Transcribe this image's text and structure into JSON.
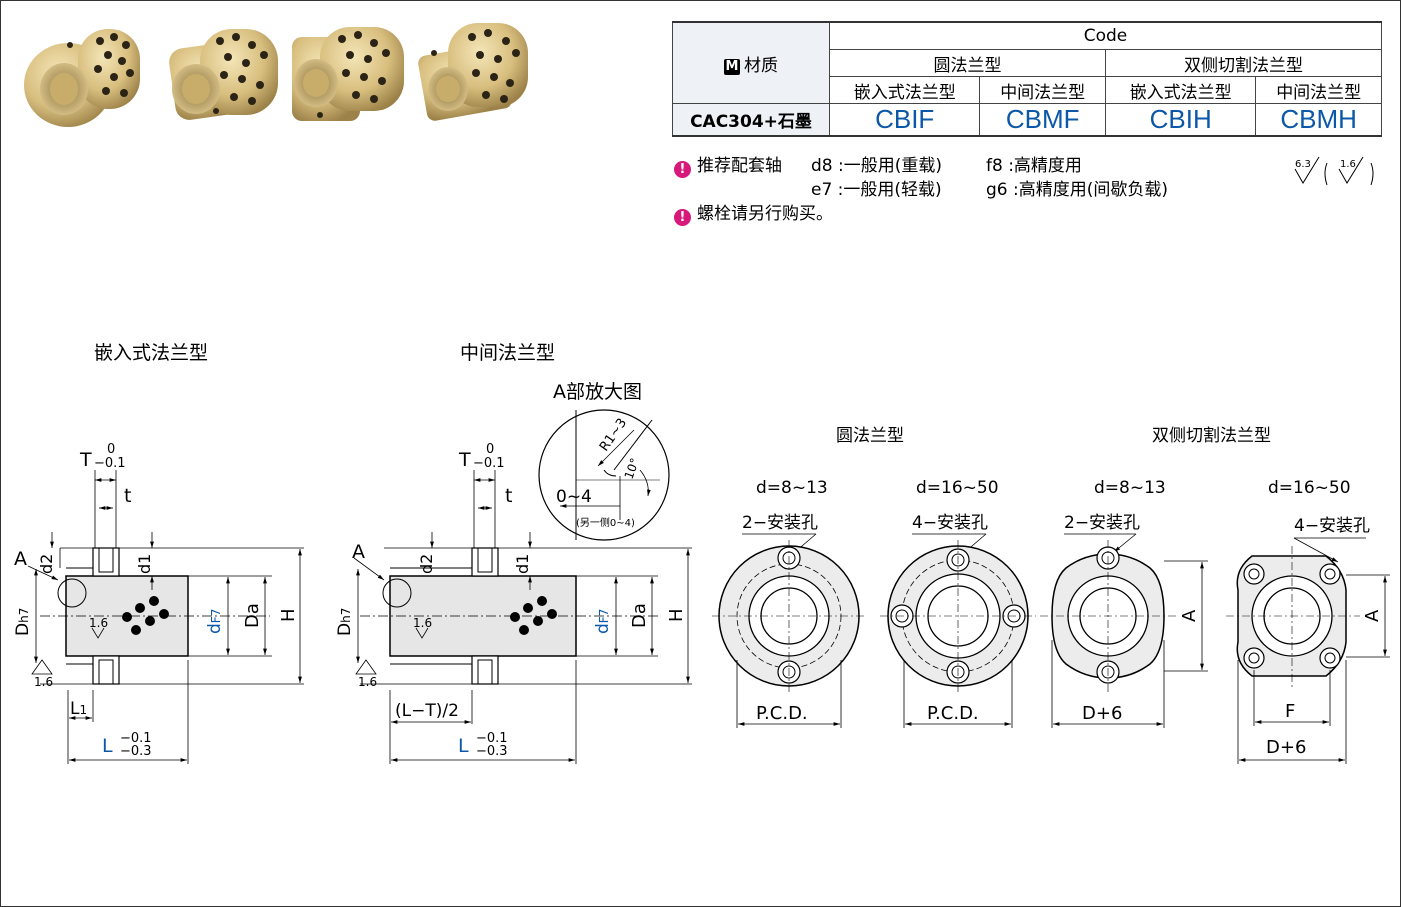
{
  "code_table": {
    "material_header": "材质",
    "material_badge": "M",
    "code_header": "Code",
    "round_flange": "圆法兰型",
    "double_cut_flange": "双侧切割法兰型",
    "sub_headers": [
      "嵌入式法兰型",
      "中间法兰型",
      "嵌入式法兰型",
      "中间法兰型"
    ],
    "material": "CAC304+石墨",
    "codes": [
      "CBIF",
      "CBMF",
      "CBIH",
      "CBMH"
    ]
  },
  "notes": {
    "bang": "!",
    "shaft_label": "推荐配套轴",
    "d8": "d8 :一般用(重载)",
    "f8": "f8 :高精度用",
    "e7": "e7 :一般用(轻载)",
    "g6": "g6 :高精度用(间歇负载)",
    "bolts": "螺栓请另行购买。",
    "roughness_a": "6.3",
    "roughness_b": "1.6"
  },
  "drawings": {
    "embedded_title": "嵌入式法兰型",
    "middle_title": "中间法兰型",
    "detail_title": "A部放大图",
    "round_title": "圆法兰型",
    "cut_title": "双侧切割法兰型",
    "T_label": "T",
    "T_tol_upper": "0",
    "T_tol_lower": "−0.1",
    "t_label": "t",
    "A_label": "A",
    "d2_label": "d2",
    "d1_label": "d1",
    "Dh7_main": "D",
    "Dh7_sub": "h7",
    "dF7_main": "d",
    "dF7_sub": "F7",
    "Da_label": "Da",
    "H_label": "H",
    "roughness_16": "1.6",
    "L1_main": "L",
    "L1_sub": "1",
    "L_label": "L",
    "L_tol_upper": "−0.1",
    "L_tol_lower": "−0.3",
    "LT_label": "(L−T)/2",
    "detail_r": "R1~3",
    "detail_angle": "10°",
    "detail_range": "0~4",
    "detail_note": "(另一侧0~4)",
    "d_small": "d=8~13",
    "d_large": "d=16~50",
    "holes_2": "2−安装孔",
    "holes_4": "4−安装孔",
    "pcd": "P.C.D.",
    "dplus6": "D+6",
    "F_label": "F"
  }
}
